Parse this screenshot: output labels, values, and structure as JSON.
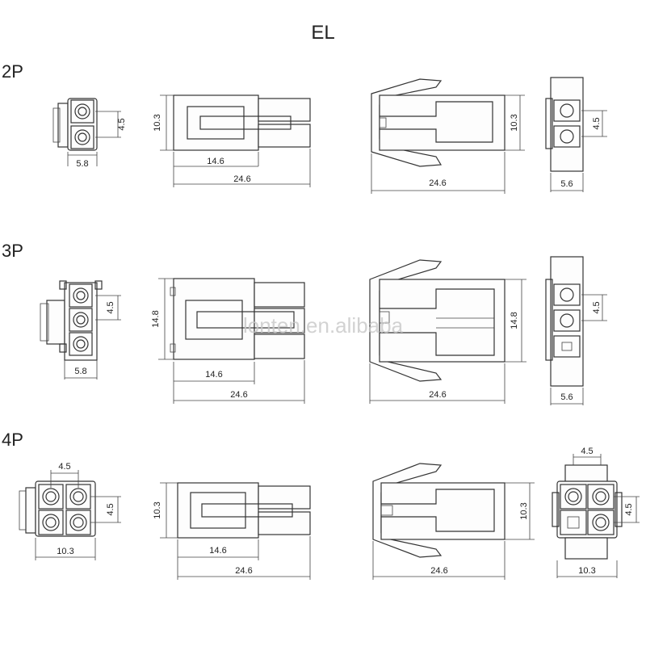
{
  "title": "EL",
  "watermark": "lonten.en.alibaba",
  "rows": [
    {
      "label": "2P",
      "end_view_left": {
        "pitch": "4.5",
        "width": "5.8"
      },
      "side_view_left": {
        "height": "10.3",
        "inner_length": "14.6",
        "overall_length": "24.6"
      },
      "side_view_right": {
        "height": "10.3",
        "overall_length": "24.6"
      },
      "end_view_right": {
        "pitch": "4.5",
        "width": "5.6"
      }
    },
    {
      "label": "3P",
      "end_view_left": {
        "pitch": "4.5",
        "width": "5.8"
      },
      "side_view_left": {
        "height": "14.8",
        "inner_length": "14.6",
        "overall_length": "24.6"
      },
      "side_view_right": {
        "height": "14.8",
        "overall_length": "24.6"
      },
      "end_view_right": {
        "pitch": "4.5",
        "width": "5.6"
      }
    },
    {
      "label": "4P",
      "end_view_left": {
        "pitch_h": "4.5",
        "pitch_v": "4.5",
        "width": "10.3"
      },
      "side_view_left": {
        "height": "10.3",
        "inner_length": "14.6",
        "overall_length": "24.6"
      },
      "side_view_right": {
        "height": "10.3",
        "overall_length": "24.6"
      },
      "end_view_right": {
        "pitch_h": "4.5",
        "pitch_v": "4.5",
        "width": "10.3"
      }
    }
  ]
}
